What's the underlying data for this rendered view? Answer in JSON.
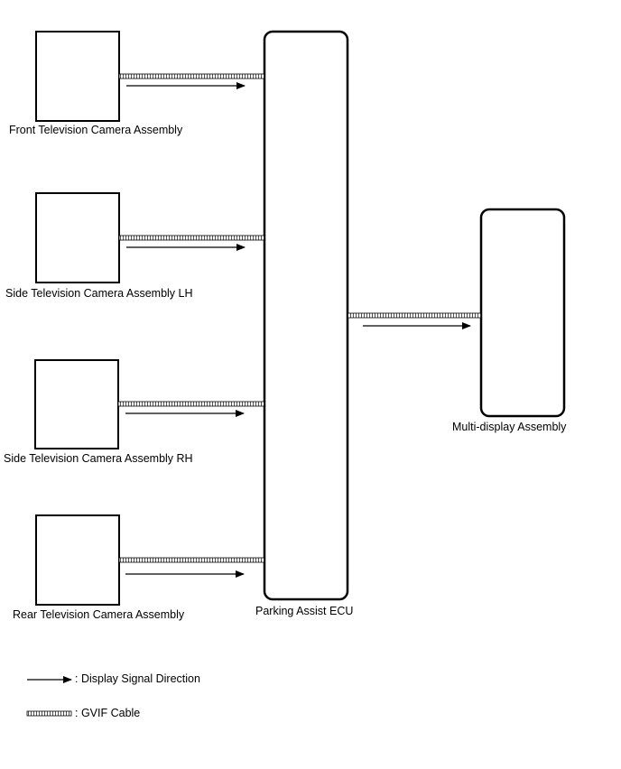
{
  "components": {
    "front_camera": "Front Television Camera Assembly",
    "side_camera_lh": "Side Television Camera Assembly LH",
    "side_camera_rh": "Side Television Camera Assembly RH",
    "rear_camera": "Rear Television Camera Assembly",
    "parking_assist_ecu": "Parking Assist ECU",
    "multi_display": "Multi-display Assembly"
  },
  "legend": {
    "signal_direction": ": Display Signal Direction",
    "gvif_cable": ": GVIF Cable"
  },
  "connections": [
    {
      "from": "Front Television Camera Assembly",
      "to": "Parking Assist ECU",
      "type": "GVIF Cable"
    },
    {
      "from": "Side Television Camera Assembly LH",
      "to": "Parking Assist ECU",
      "type": "GVIF Cable"
    },
    {
      "from": "Side Television Camera Assembly RH",
      "to": "Parking Assist ECU",
      "type": "GVIF Cable"
    },
    {
      "from": "Rear Television Camera Assembly",
      "to": "Parking Assist ECU",
      "type": "GVIF Cable"
    },
    {
      "from": "Parking Assist ECU",
      "to": "Multi-display Assembly",
      "type": "GVIF Cable"
    }
  ]
}
